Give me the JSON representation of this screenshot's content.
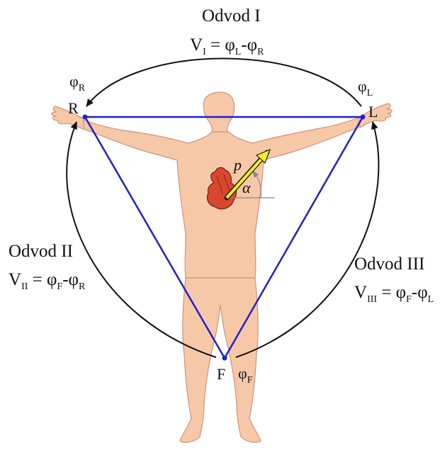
{
  "leads": {
    "I": {
      "title": "Odvod I",
      "v": "V",
      "v_sub": "I",
      "eq": " = φ",
      "a_sub": "L",
      "minus": "-φ",
      "b_sub": "R"
    },
    "II": {
      "title": "Odvod II",
      "v": "V",
      "v_sub": "II",
      "eq": " = φ",
      "a_sub": "F",
      "minus": "-φ",
      "b_sub": "R"
    },
    "III": {
      "title": "Odvod III",
      "v": "V",
      "v_sub": "III",
      "eq": " = φ",
      "a_sub": "F",
      "minus": "-φ",
      "b_sub": "L"
    }
  },
  "nodes": {
    "R": {
      "label": "R",
      "phi": "φ",
      "phi_sub": "R"
    },
    "L": {
      "label": "L",
      "phi": "φ",
      "phi_sub": "L"
    },
    "F": {
      "label": "F",
      "phi": "φ",
      "phi_sub": "F"
    }
  },
  "vector": {
    "label": "p",
    "angle_label": "α"
  },
  "colors": {
    "triangle": "#2020c8",
    "arcs": "#111111",
    "skin": "#f7c8a8",
    "skin_outline": "#c9957a",
    "heart": "#d9472f",
    "vector": "#f2ef2a"
  }
}
